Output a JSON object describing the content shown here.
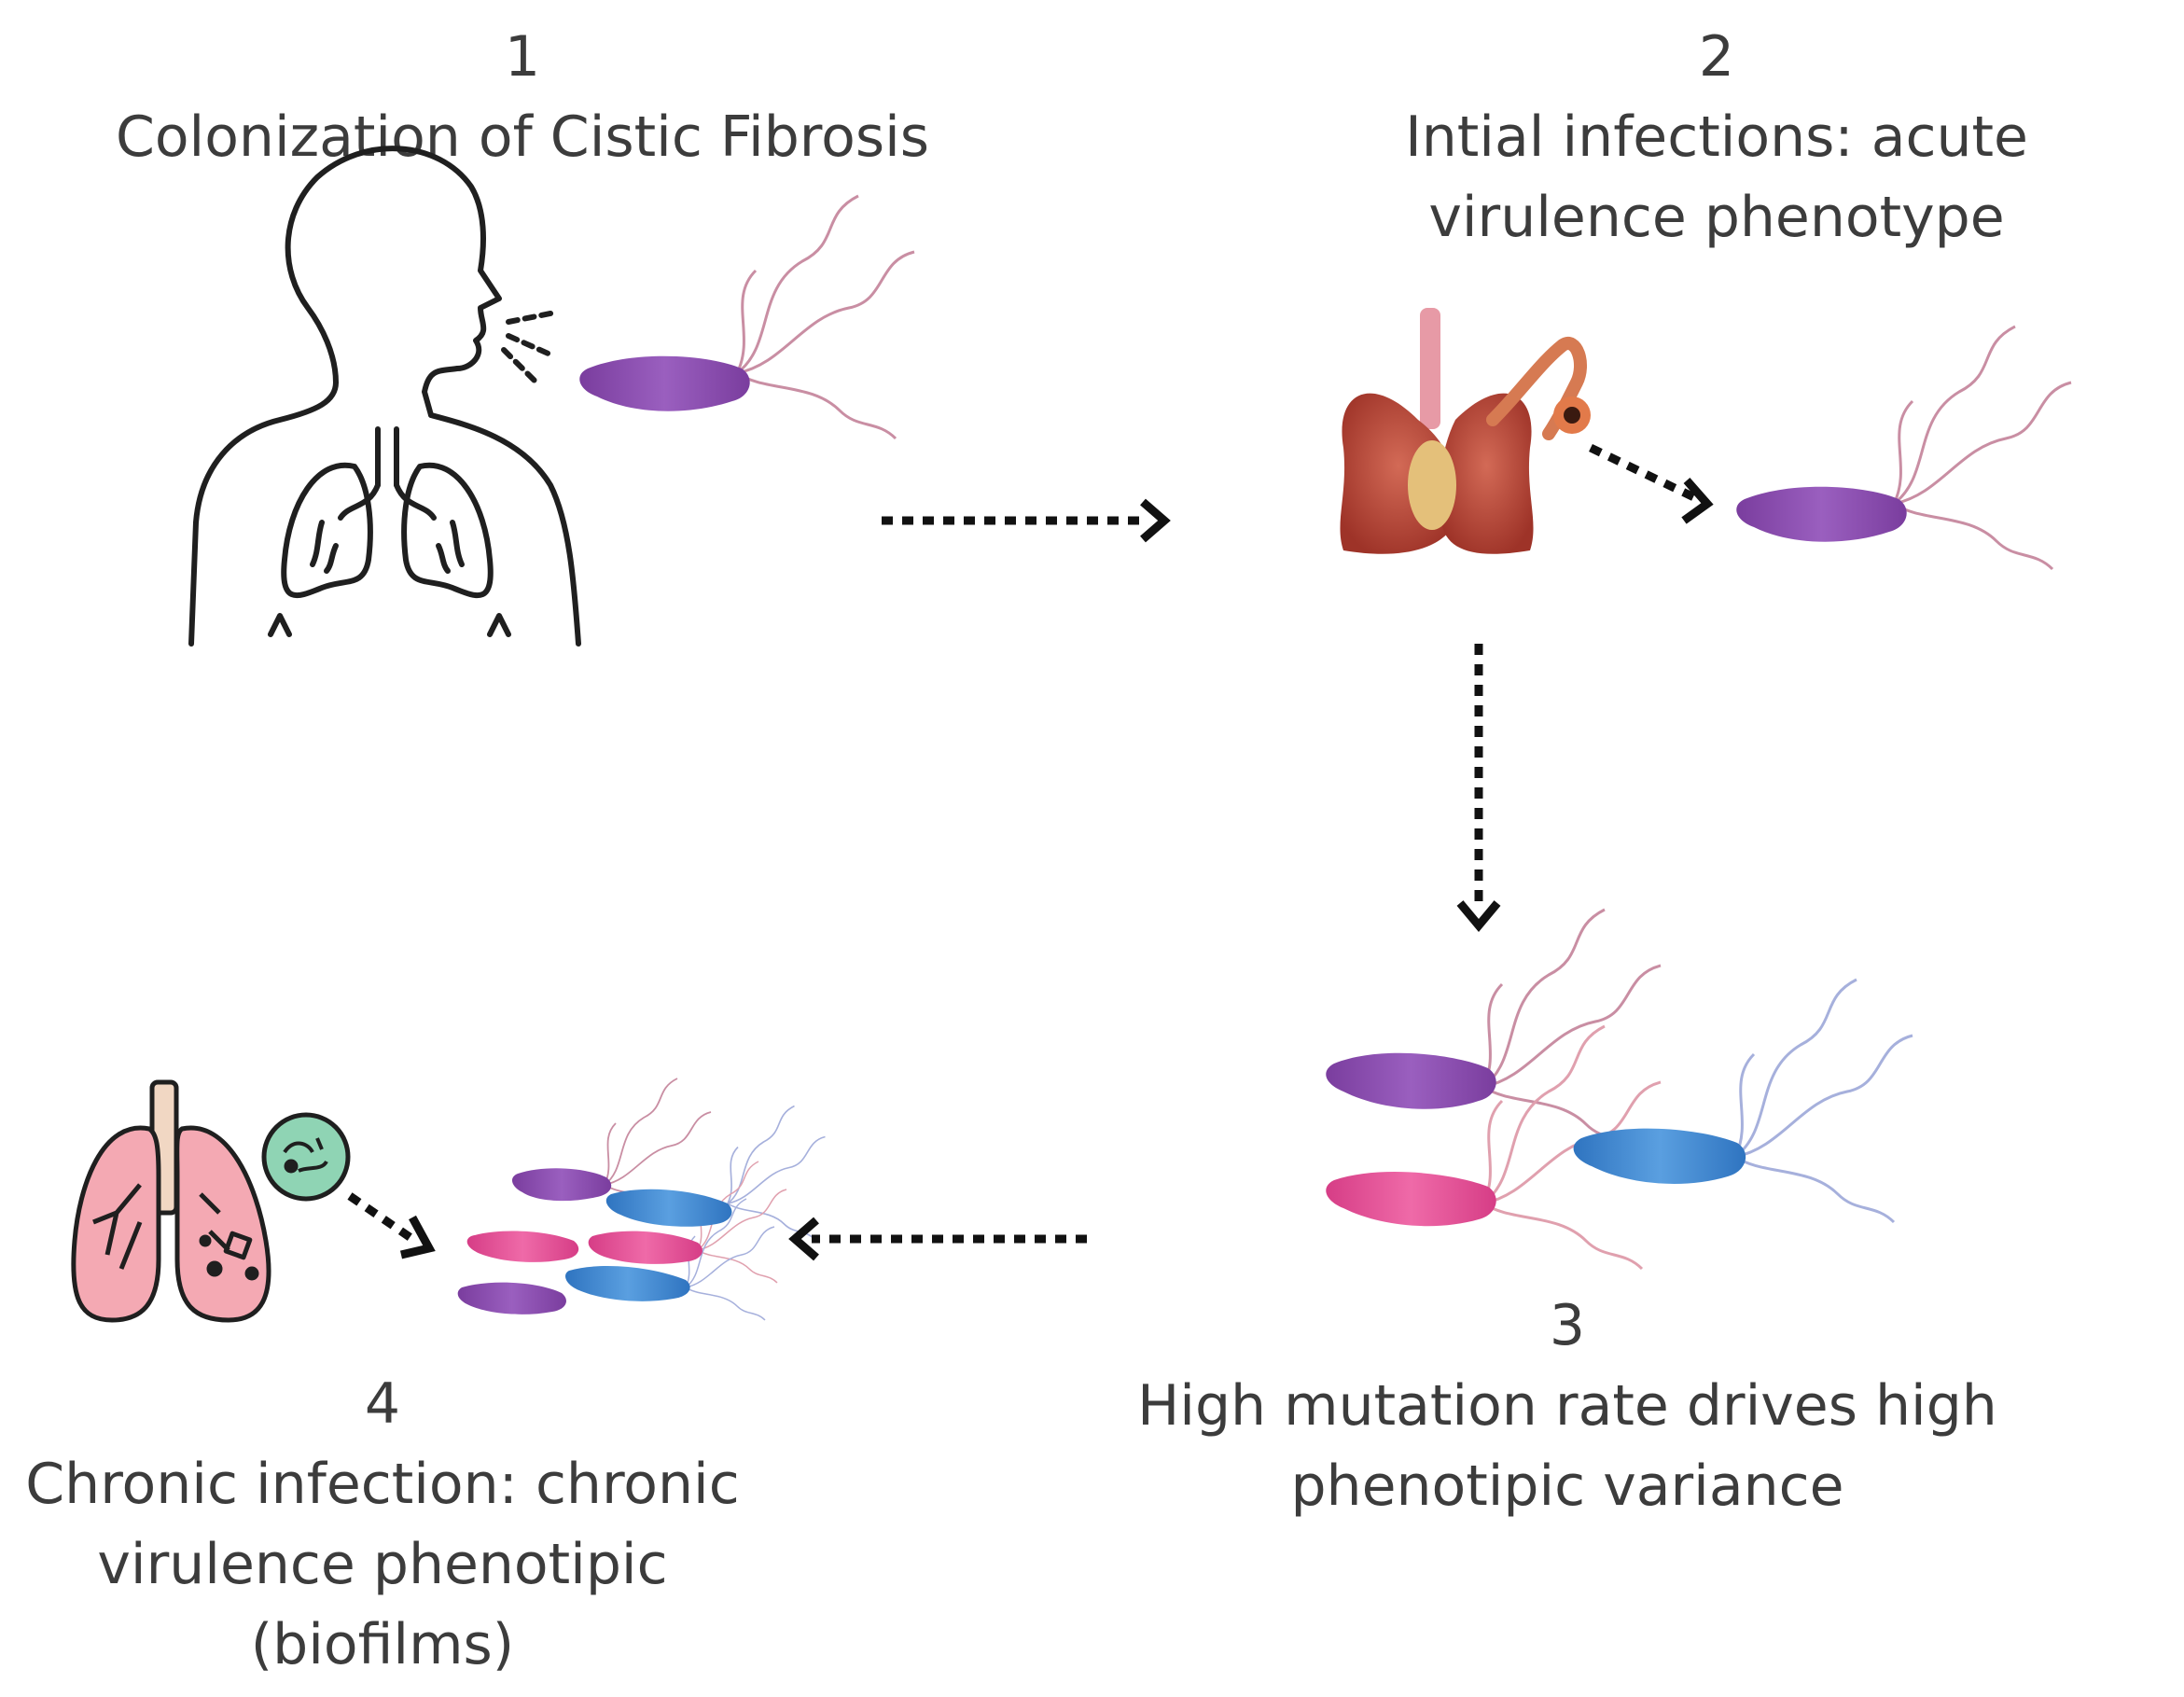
{
  "steps": [
    {
      "number": "1",
      "title": "Colonization of Cistic Fibrosis"
    },
    {
      "number": "2",
      "title": "Intial infections: acute virulence phenotype"
    },
    {
      "number": "3",
      "title": "High mutation rate drives high phenotipic variance"
    },
    {
      "number": "4",
      "title": "Chronic infection: chronic virulence phenotipic (biofilms)"
    }
  ],
  "colors": {
    "purple": "#8e4fb0",
    "blue": "#3f86cf",
    "pink": "#e24e95",
    "lungs_red": "#b8453a",
    "lungs_pink": "#f4a9b3",
    "biofilm_green": "#8fd4b4",
    "outline": "#1f1f1f"
  }
}
